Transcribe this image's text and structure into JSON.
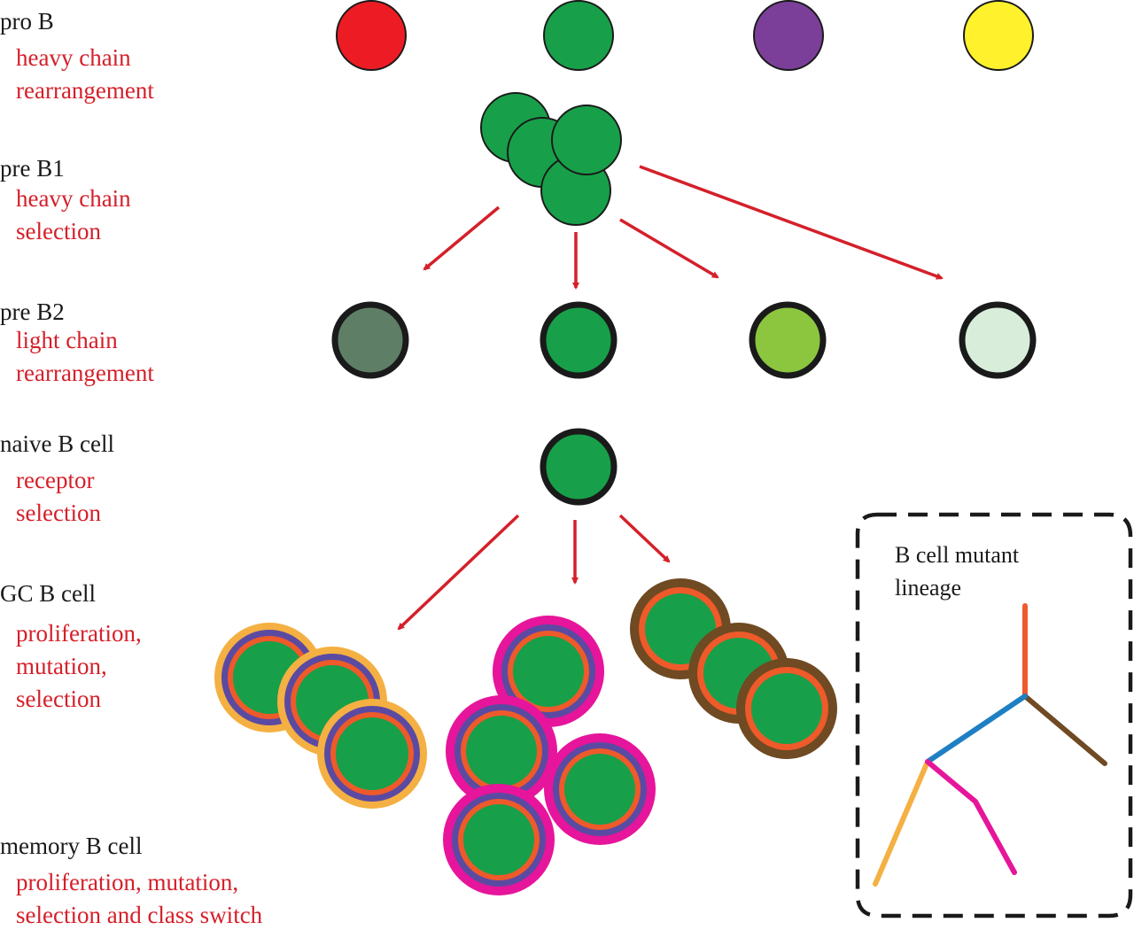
{
  "stages": [
    {
      "name": "pro B",
      "process": [
        "heavy chain",
        "rearrangement"
      ]
    },
    {
      "name": "pre B1",
      "process": [
        "heavy chain",
        "selection"
      ]
    },
    {
      "name": "pre B2",
      "process": [
        "light chain",
        "rearrangement"
      ]
    },
    {
      "name": "naive B cell",
      "process": [
        "receptor",
        "selection"
      ]
    },
    {
      "name": "GC B cell",
      "process": [
        "proliferation,",
        "mutation,",
        "selection"
      ]
    },
    {
      "name": "memory B cell",
      "process": [
        "proliferation, mutation,",
        "selection and class switch"
      ]
    }
  ],
  "inset": {
    "title": [
      "B cell mutant",
      "lineage"
    ]
  },
  "colors": {
    "arrow": "#d4202a",
    "cell_green": "#17a049",
    "pro_b": [
      "#ed1c24",
      "#17a049",
      "#7b3f99",
      "#fff22d"
    ],
    "pre_b2_fill": [
      "#5f7e66",
      "#17a049",
      "#8cc63f",
      "#d8eedb"
    ],
    "gc_left_rings": [
      "#f4b042",
      "#5b4aa2",
      "#ee5a2a"
    ],
    "gc_middle_rings": [
      "#e6159b",
      "#5b4aa2",
      "#ee5a2a"
    ],
    "gc_right_rings": [
      "#6f4a22",
      "#ee5a2a"
    ],
    "tree_branches": [
      "#ee5a2a",
      "#6f4a22",
      "#1f7fc3",
      "#f4b042",
      "#e6159b"
    ]
  }
}
